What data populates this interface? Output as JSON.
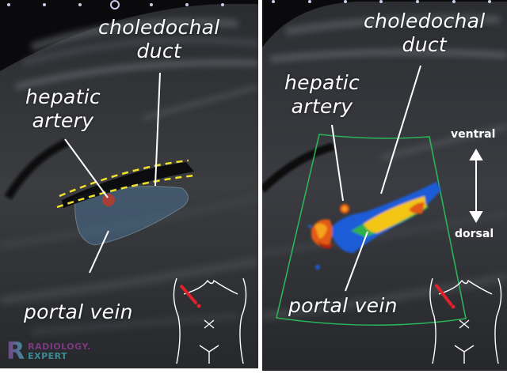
{
  "figure": {
    "left_panel": {
      "mode": "B-mode grayscale ultrasound",
      "labels": {
        "choledochal_duct": [
          "choledochal",
          "duct"
        ],
        "hepatic_artery": [
          "hepatic",
          "artery"
        ],
        "portal_vein": "portal vein"
      },
      "annotations": {
        "duct_outline_color": "#f2e22a",
        "artery_marker_color": "#c0392b",
        "portal_vein_fill_color": "#4a6f8f"
      }
    },
    "right_panel": {
      "mode": "Color Doppler ultrasound",
      "labels": {
        "choledochal_duct": [
          "choledochal",
          "duct"
        ],
        "hepatic_artery": [
          "hepatic",
          "artery"
        ],
        "portal_vein": "portal vein"
      },
      "orientation": {
        "top": "ventral",
        "bottom": "dorsal"
      },
      "doppler_box_color": "#2bb35a",
      "doppler_colors": [
        "#1e5bd6",
        "#33b04a",
        "#f5c518",
        "#e25a12",
        "#b3200f"
      ]
    },
    "body_marker": {
      "probe_color": "#e0212b",
      "line_color": "#ffffff"
    },
    "logo": {
      "mark": "R",
      "line1": "RADIOLOGY.",
      "line2": "EXPERT"
    }
  }
}
